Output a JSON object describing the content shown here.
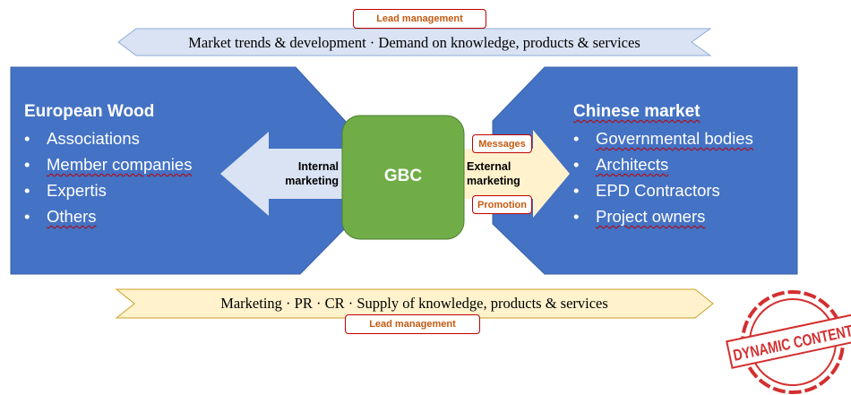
{
  "top_banner": {
    "label": "Lead management",
    "text": "Market trends & development · Demand on knowledge, products & services"
  },
  "bottom_banner": {
    "label": "Lead management",
    "text": "Marketing · PR · CR · Supply of knowledge, products & services"
  },
  "left_panel": {
    "title": "European Wood",
    "items": [
      "Associations",
      "Member companies",
      "Expertis",
      "Others"
    ]
  },
  "right_panel": {
    "title": "Chinese market",
    "items": [
      "Governmental bodies",
      "Architects",
      "EPD Contractors",
      "Project owners"
    ]
  },
  "center": {
    "label": "GBC",
    "internal_marketing": [
      "Internal",
      "marketing"
    ],
    "external_marketing": [
      "External",
      "marketing"
    ],
    "messages_tag": "Messages",
    "promotion_tag": "Promotion"
  },
  "stamp": {
    "text": "DYNAMIC CONTENT"
  },
  "colors": {
    "panel_blue": "#4472c4",
    "gbc_green": "#70ad47",
    "light_blue_arrow": "#dae3f3",
    "light_yellow_arrow": "#fff2cc",
    "tag_border": "#c00000",
    "stamp_red": "#d32f2f"
  }
}
